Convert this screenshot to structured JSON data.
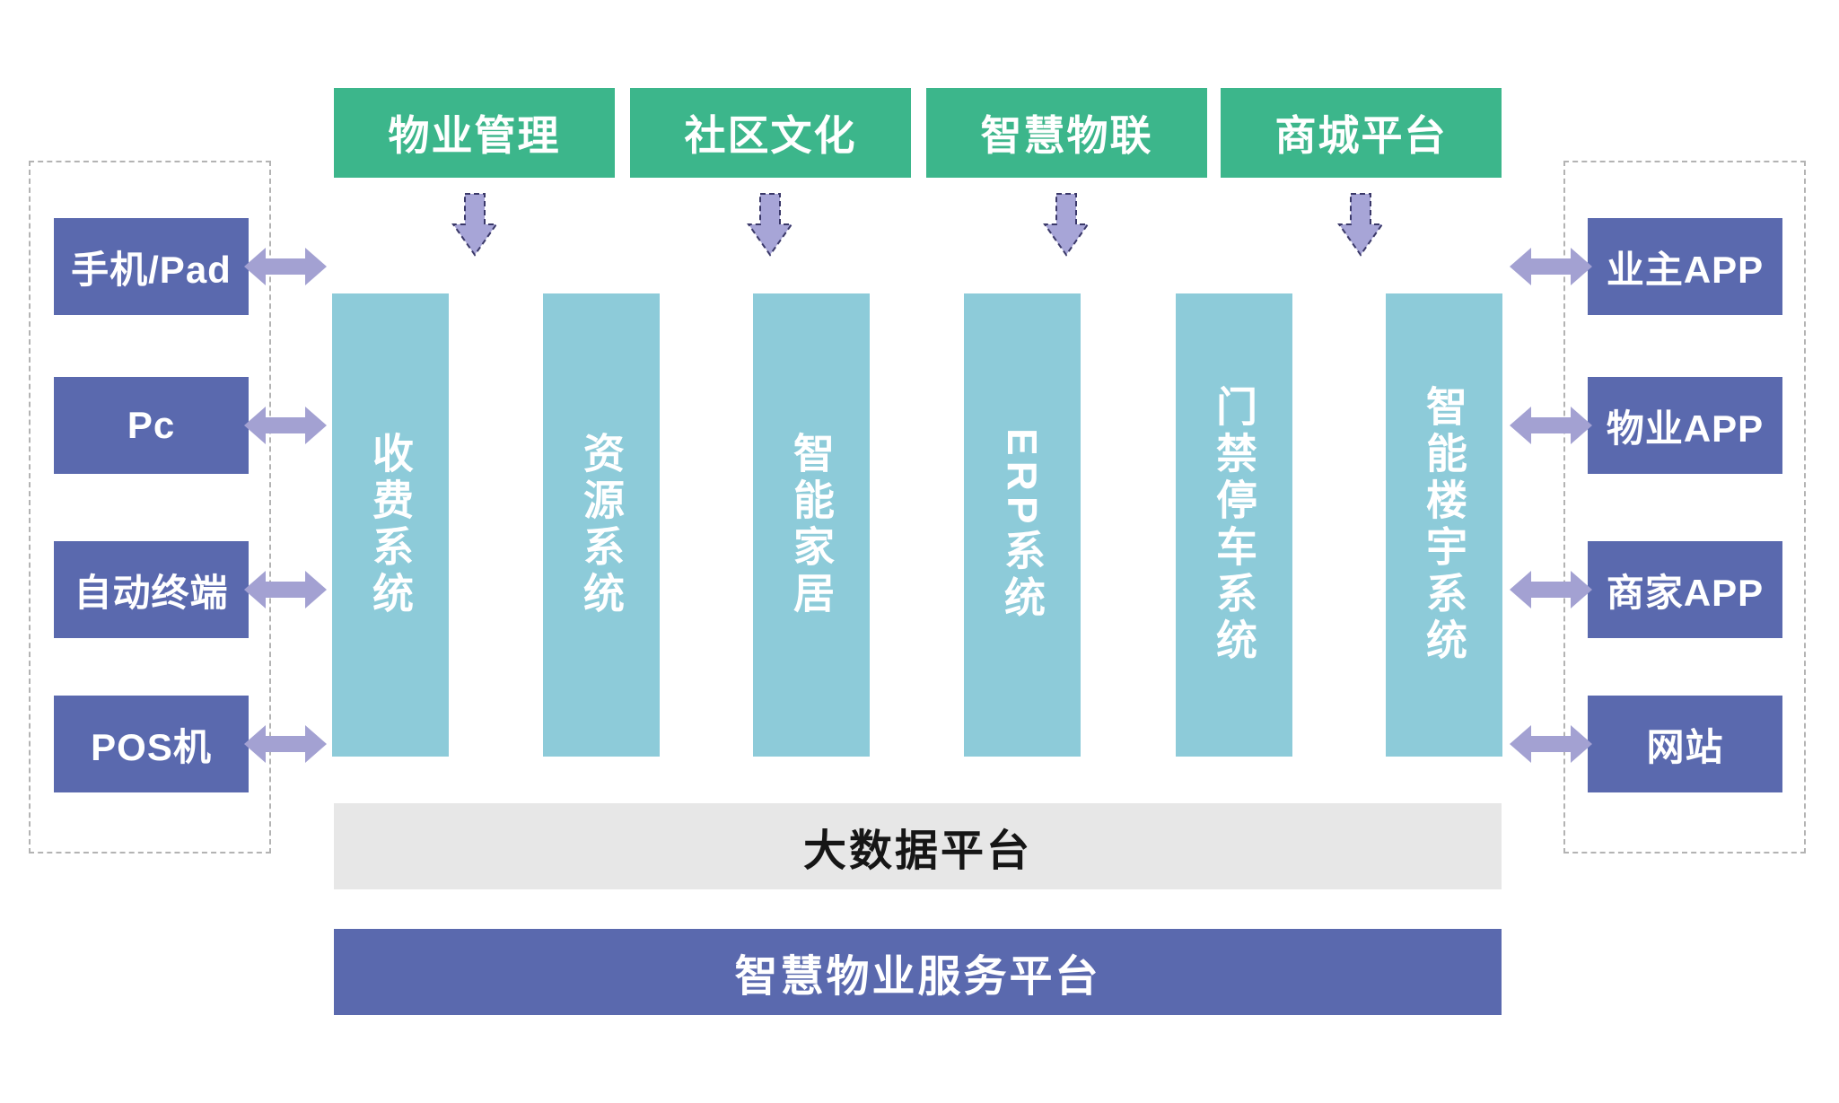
{
  "diagram": {
    "title_hint": "smart-property-platform-architecture",
    "top_modules": [
      {
        "label": "物业管理"
      },
      {
        "label": "社区文化"
      },
      {
        "label": "智慧物联"
      },
      {
        "label": "商城平台"
      }
    ],
    "left_terminals": [
      {
        "label": "手机/Pad"
      },
      {
        "label": "Pc"
      },
      {
        "label": "自动终端"
      },
      {
        "label": "POS机"
      }
    ],
    "right_apps": [
      {
        "label": "业主APP"
      },
      {
        "label": "物业APP"
      },
      {
        "label": "商家APP"
      },
      {
        "label": "网站"
      }
    ],
    "systems": [
      {
        "label": "收费系统"
      },
      {
        "label": "资源系统"
      },
      {
        "label": "智能家居"
      },
      {
        "label": "ERP系统"
      },
      {
        "label": "门禁停车系统"
      },
      {
        "label": "智能楼宇系统"
      }
    ],
    "platforms": {
      "big_data": "大数据平台",
      "service": "智慧物业服务平台"
    },
    "colors": {
      "module_green": "#3cb68b",
      "system_teal": "#8dcbd9",
      "box_purple": "#5a69ae",
      "horizontal_arrow": "#a3a1d2",
      "down_arrow_fill": "#a7a5d7",
      "down_arrow_stroke": "#3a3869",
      "platform_gray": "#e7e7e7",
      "dashed_border": "#b3b3b3"
    }
  }
}
